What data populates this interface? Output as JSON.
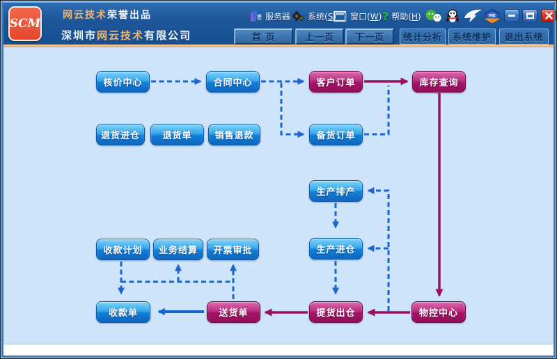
{
  "window": {
    "logo_text": "SCM",
    "product_line": {
      "brand": "网云技术",
      "rest": "荣誉出品"
    },
    "company_line": {
      "prefix": "深圳市",
      "brand": "网云技术",
      "suffix": "有限公司"
    },
    "menu": [
      {
        "label": "服务器",
        "icon": "server-icon"
      },
      {
        "label": "系统(",
        "mnemonic": "S",
        "close": ")",
        "icon": "gears-icon"
      },
      {
        "label": "窗口(",
        "mnemonic": "W",
        "close": ")",
        "icon": "window-icon"
      },
      {
        "label": "帮助(",
        "mnemonic": "H",
        "close": ")",
        "icon": "help-icon"
      }
    ],
    "tray_icons": [
      "wechat-icon",
      "qq-icon",
      "dingtalk-icon",
      "app-badge-icon"
    ],
    "window_controls": [
      "minimize-icon",
      "restore-icon",
      "close-icon"
    ]
  },
  "nav": {
    "buttons": [
      {
        "label": "首 页"
      },
      {
        "label": "上一页"
      },
      {
        "label": "下一页"
      },
      {
        "label": "统计分析"
      },
      {
        "label": "系统维护"
      },
      {
        "label": "退出系统"
      }
    ]
  },
  "flow": {
    "nodes": [
      {
        "label": "核价中心",
        "color": "blue"
      },
      {
        "label": "合同中心",
        "color": "blue"
      },
      {
        "label": "客户订单",
        "color": "magenta"
      },
      {
        "label": "库存查询",
        "color": "magenta"
      },
      {
        "label": "退货进仓",
        "color": "blue"
      },
      {
        "label": "退货单",
        "color": "blue"
      },
      {
        "label": "销售退款",
        "color": "blue"
      },
      {
        "label": "备货订单",
        "color": "blue"
      },
      {
        "label": "生产排产",
        "color": "blue"
      },
      {
        "label": "生产进仓",
        "color": "blue"
      },
      {
        "label": "收款计划",
        "color": "blue"
      },
      {
        "label": "业务结算",
        "color": "blue"
      },
      {
        "label": "开票审批",
        "color": "blue"
      },
      {
        "label": "收款单",
        "color": "blue"
      },
      {
        "label": "送货单",
        "color": "magenta"
      },
      {
        "label": "提货出仓",
        "color": "magenta"
      },
      {
        "label": "物控中心",
        "color": "magenta"
      }
    ]
  },
  "colors": {
    "titlebar_blue": "#1d5699",
    "logo_orange": "#e5472c",
    "brand_text_orange": "#f5b26b",
    "content_bg": "#cde4fa",
    "accent_strip_orange": "#eda265",
    "node_blue": "#1180d8",
    "node_magenta": "#a4146a",
    "arrow_blue": "#1d64cc",
    "arrow_magenta": "#9b0f5e"
  }
}
